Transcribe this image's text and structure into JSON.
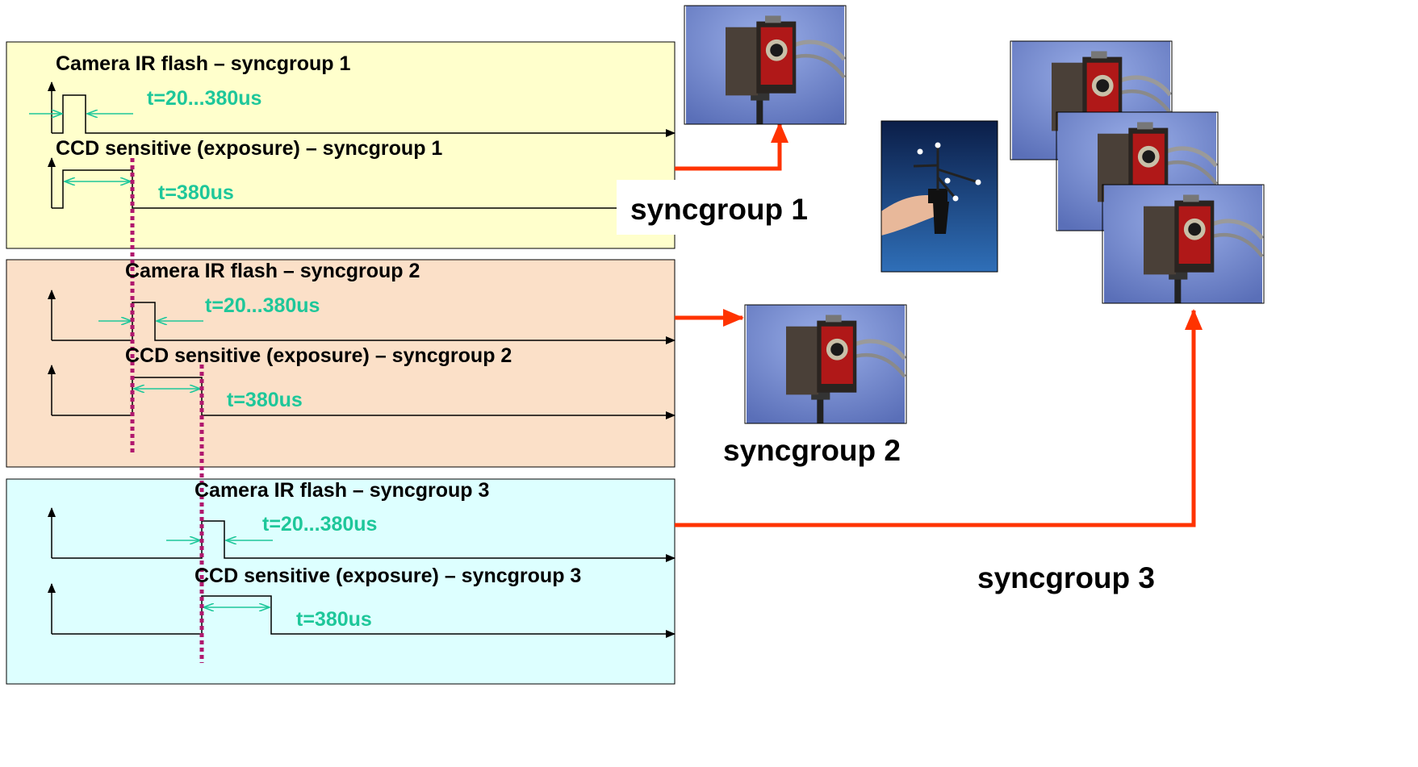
{
  "colors": {
    "panel_1": "#ffffcc",
    "panel_2": "#fbe0c8",
    "panel_3": "#ddffff",
    "timing_green": "#1ec79a",
    "sync_line": "#b0186e",
    "connector": "#ff3300",
    "photo_bg": "#6e82c8"
  },
  "panels": [
    {
      "flash_label": "Camera IR flash – syncgroup 1",
      "flash_time": "t=20...380us",
      "ccd_label": "CCD sensitive (exposure) – syncgroup 1",
      "ccd_time": "t=380us"
    },
    {
      "flash_label": "Camera IR flash – syncgroup 2",
      "flash_time": "t=20...380us",
      "ccd_label": "CCD sensitive (exposure) – syncgroup 2",
      "ccd_time": "t=380us"
    },
    {
      "flash_label": "Camera IR flash – syncgroup 3",
      "flash_time": "t=20...380us",
      "ccd_label": "CCD sensitive (exposure) – syncgroup 3",
      "ccd_time": "t=380us"
    }
  ],
  "groups": [
    {
      "label": "syncgroup 1",
      "icon": "ir-camera-icon"
    },
    {
      "label": "syncgroup 2",
      "icon": "ir-camera-icon"
    },
    {
      "label": "syncgroup 3",
      "icon": "ir-camera-icon"
    }
  ],
  "marker_photo": {
    "icon": "hand-held-marker-wand-icon"
  }
}
